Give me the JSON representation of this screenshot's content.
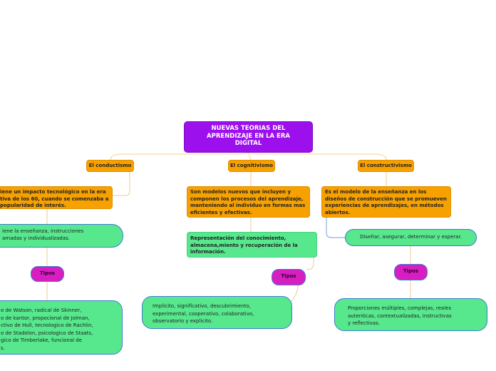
{
  "root": {
    "title": "NUEVAS TEORIAS DEL\nAPRENDIZAJE EN LA ERA\nDIGITAL"
  },
  "branches": {
    "conductismo": {
      "label": "El conductismo",
      "description": "iene un impacto tecnológico en la era\ntiva de los 60, cuando se comenzaba a\n popularidad de interés.",
      "detail": "iene la enseñanza, instrucciones\namadas y individualizadas.",
      "tipos_label": "Tipos",
      "tipos_text": "o de Watson, radical de Skinner,\no de kantor, propocional de Jolman,\nctivo de Hull, tecnologico de Rachlin,\no de Stadolon, psicologico de Staats,\ngico de Timberlake, funcional de\ns."
    },
    "cognitivismo": {
      "label": "El cognitivismo",
      "description": "Son modelos nuevos que incluyen y\ncomponen los procesos del aprendizaje,\nmanteniendo al  individuo en formas mas\neficientes y efectivas.",
      "detail": "Representación del conocimiento,\nalmacena,miento y recuperación de la\ninformación.",
      "tipos_label": "Tipos",
      "tipos_text": "Implicito, significativo, descubrimiento,\nexperimental, cooperativo, colaborativo,\nobservatorio y explicito."
    },
    "constructivismo": {
      "label": "El constructivismo",
      "description": "Es el modelo de la enseñanza  en los\ndiseños de construcción que se promueven\nexperiencias de aprendizajes,  en métodos\nabiertos.",
      "detail": "Diseñar, asegurar, determinar y esperar.",
      "tipos_label": "Tipos",
      "tipos_text": "Proporciones múltiples, complejas, reales\nautenticas, contextualizadas, instructivas\ny reflectivas."
    }
  },
  "colors": {
    "root": "#9b10ec",
    "branch": "#f7a100",
    "detail": "#57e88e",
    "tipos": "#d91ec1",
    "connector_root": "#f5d090",
    "connector_left": "#f0c890",
    "connector_blue": "#7a9be0"
  }
}
